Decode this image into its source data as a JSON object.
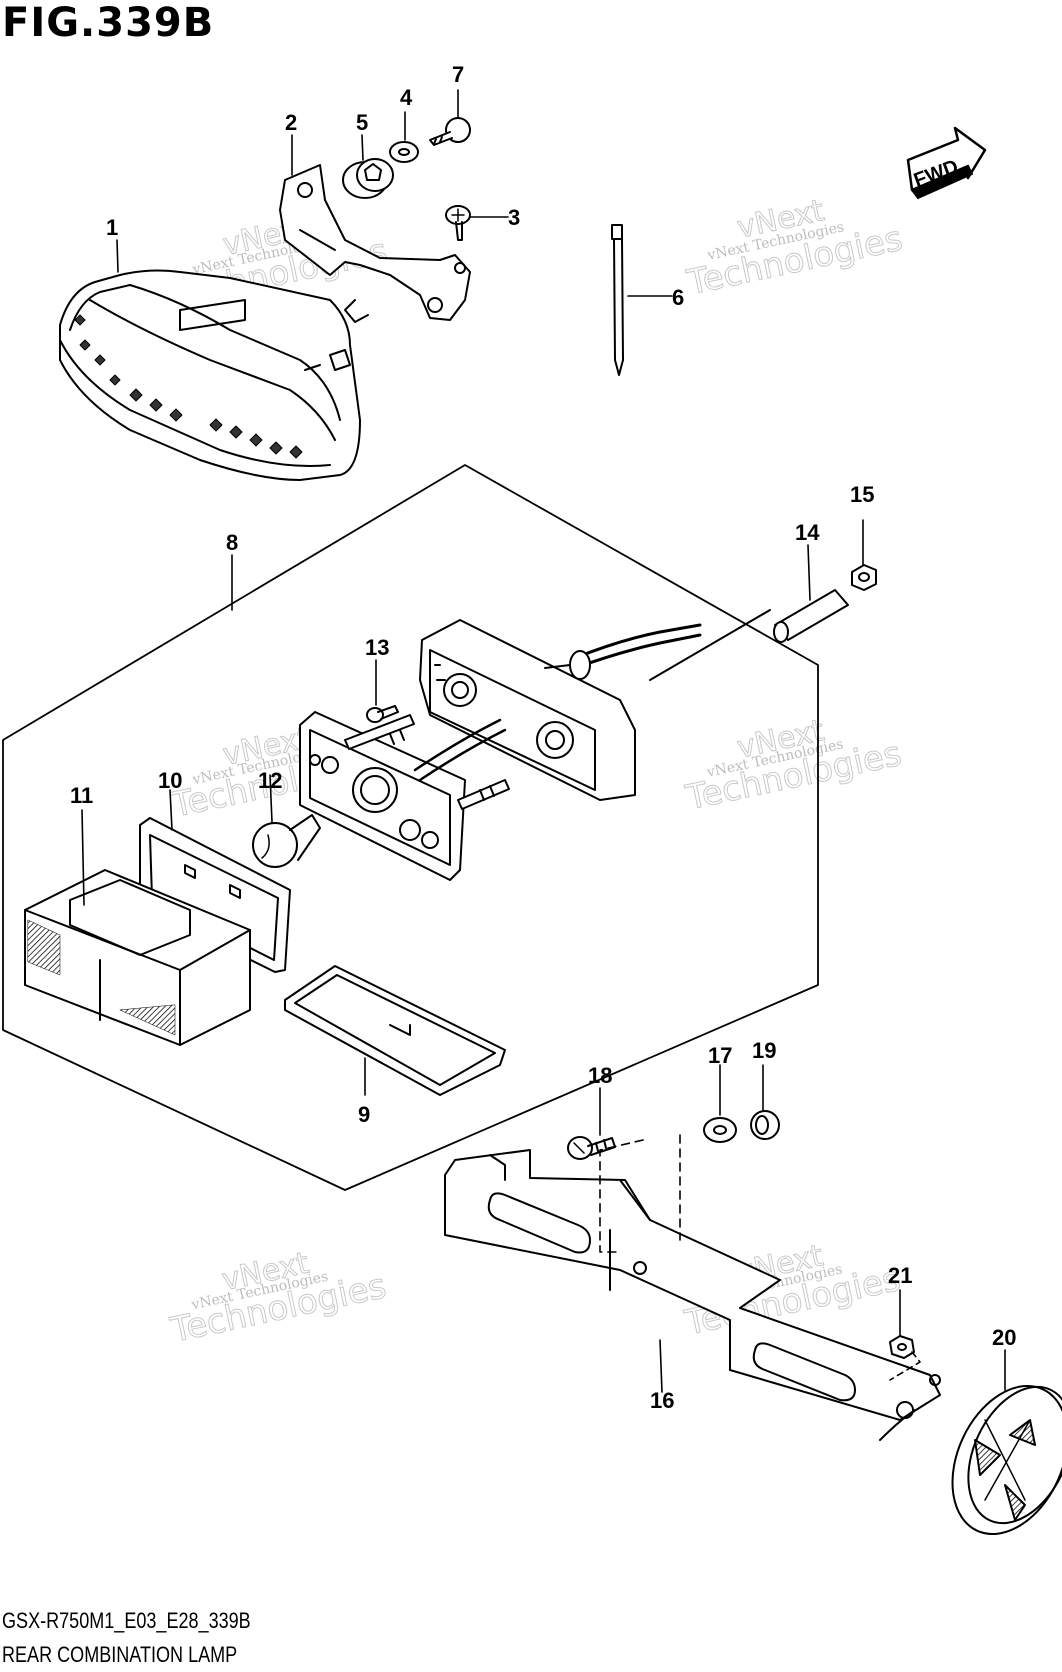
{
  "figure_title": "FIG.339B",
  "footer": {
    "model_code": "GSX-R750M1_E03_E28_339B",
    "section_name": "REAR COMBINATION LAMP"
  },
  "fwd_label": "FWD",
  "watermark": {
    "line1": "vNext",
    "line2": "Technologies",
    "small": "vNext Technologies"
  },
  "callouts": [
    "1",
    "2",
    "3",
    "4",
    "5",
    "6",
    "7",
    "8",
    "9",
    "10",
    "11",
    "12",
    "13",
    "14",
    "15",
    "16",
    "17",
    "18",
    "19",
    "20",
    "21"
  ]
}
